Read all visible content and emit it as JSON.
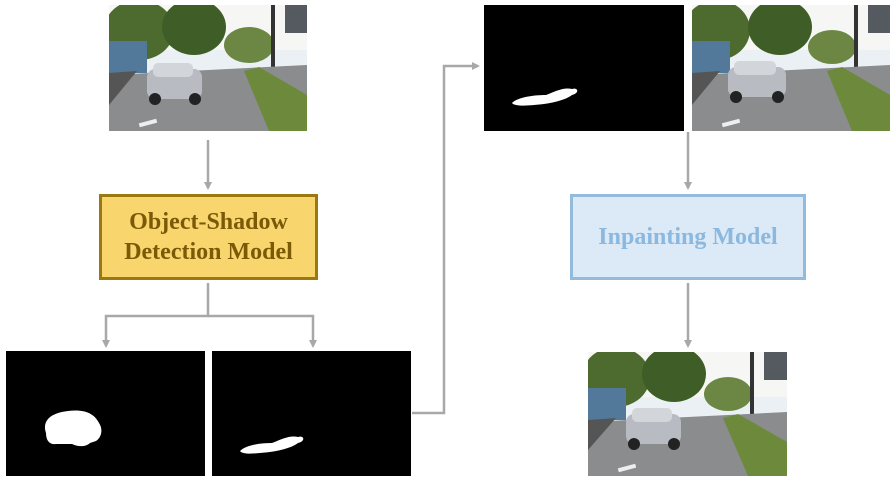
{
  "boxes": {
    "detection": {
      "line1": "Object-Shadow",
      "line2": "Detection Model",
      "fill": "#f9d56e",
      "border": "#9a7a10",
      "text_color": "#7a5a06"
    },
    "inpainting": {
      "label": "Inpainting Model",
      "fill": "#dce9f6",
      "border": "#93bcdc",
      "text_color": "#8ab8df"
    }
  },
  "colors": {
    "arrow": "#a8a8a8",
    "mask_bg": "#000000",
    "mask_fg": "#ffffff"
  },
  "icons": {
    "input_photo": "street-scene-with-car",
    "object_mask": "car-mask",
    "shadow_mask": "shadow-mask",
    "output_photo": "street-scene-car-without-shadow"
  }
}
